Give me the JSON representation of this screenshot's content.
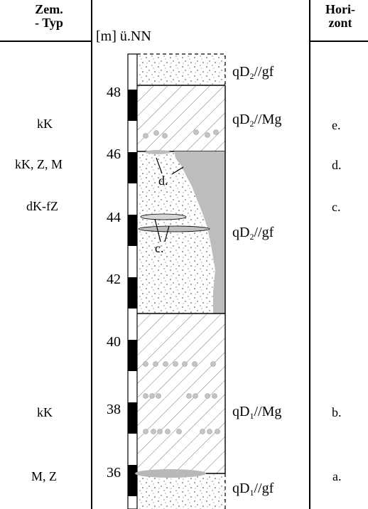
{
  "headers": {
    "left_line1": "Zem.",
    "left_line2": "- Typ",
    "right_line1": "Hori-",
    "right_line2": "zont",
    "axis_unit": "[m] ü.NN"
  },
  "ticks": [
    "48",
    "46",
    "44",
    "42",
    "40",
    "38",
    "36"
  ],
  "zem_types": [
    "kK",
    "kK, Z, M",
    "dK-fZ",
    "kK",
    "M, Z"
  ],
  "horizons": [
    "e.",
    "d.",
    "c.",
    "b.",
    "a."
  ],
  "layers": [
    {
      "prefix": "qD",
      "sub": "2",
      "suffix": "//gf"
    },
    {
      "prefix": "qD",
      "sub": "2",
      "suffix": "//Mg"
    },
    {
      "prefix": "qD",
      "sub": "2",
      "suffix": "//gf"
    },
    {
      "prefix": "qD",
      "sub": "1",
      "suffix": "//Mg"
    },
    {
      "prefix": "qD",
      "sub": "1",
      "suffix": "//gf"
    }
  ],
  "annotations": {
    "d": "d.",
    "c": "c."
  },
  "colors": {
    "cement_gray": "#b8b8b8",
    "border": "#000000"
  }
}
